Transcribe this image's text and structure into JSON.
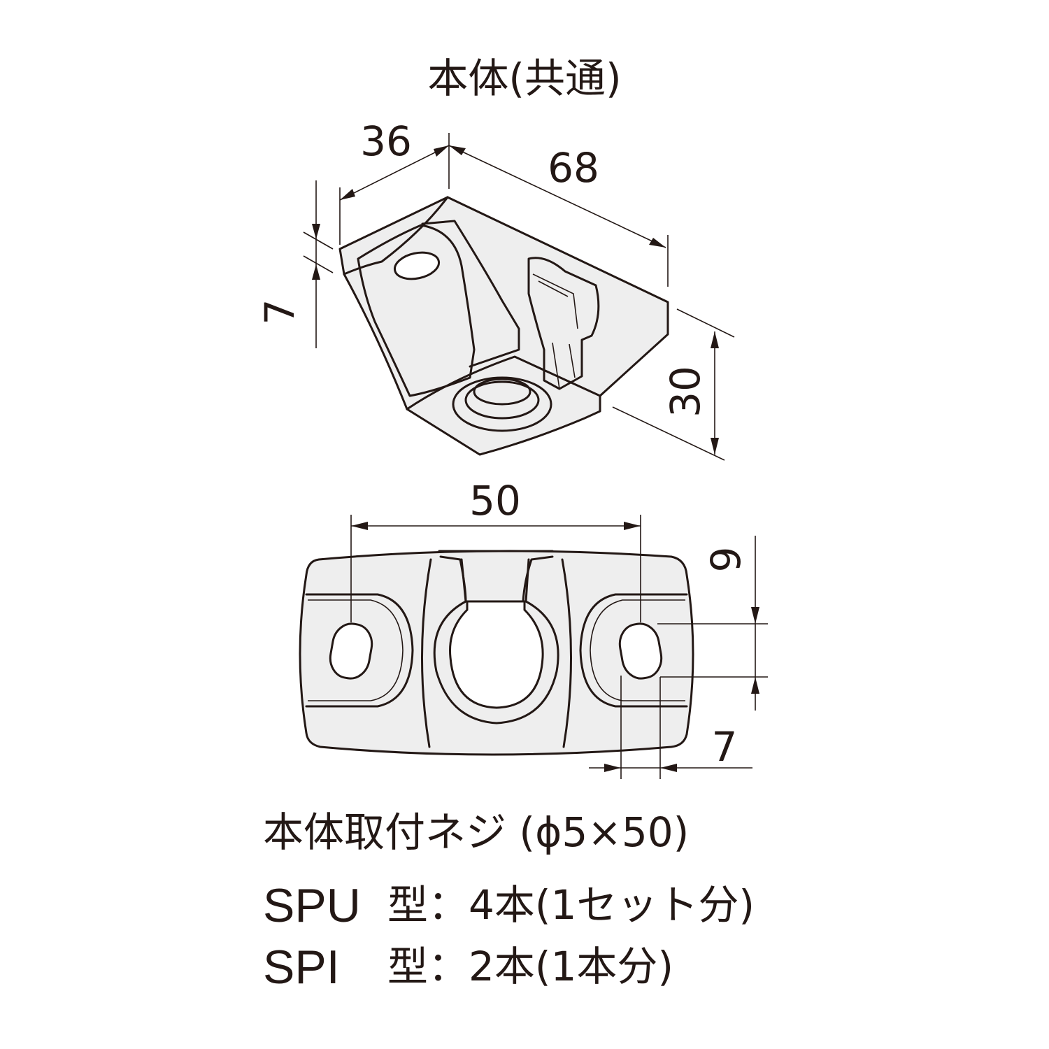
{
  "title": "本体(共通)",
  "perspective_view": {
    "dim_width": "36",
    "dim_length": "68",
    "dim_flange": "7",
    "dim_height": "30"
  },
  "bottom_view": {
    "dim_hole_pitch": "50",
    "dim_hole_height": "9",
    "dim_hole_width": "7"
  },
  "notes": {
    "screw_heading": "本体取付ネジ (ϕ5×50)",
    "spu_model": "SPU",
    "spu_detail": "型：4本(1セット分)",
    "spi_model": "SPI",
    "spi_detail": "型：2本(1本分)"
  }
}
